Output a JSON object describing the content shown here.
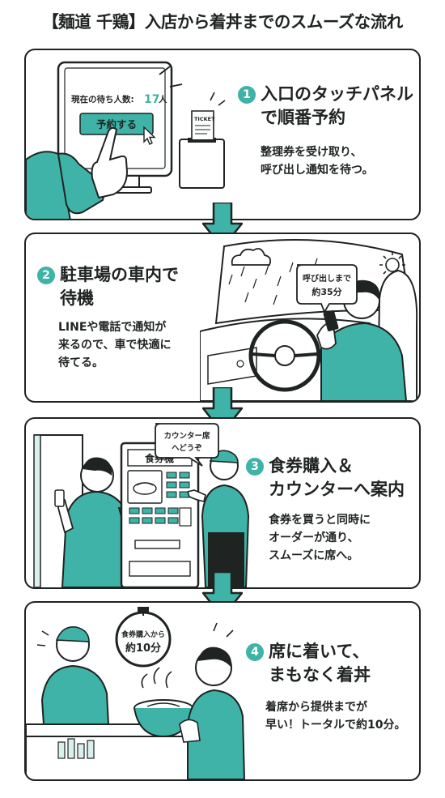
{
  "title": "【麺道 千鶏】入店から着丼までのスムーズな流れ",
  "colors": {
    "accent": "#3fb3a7",
    "ink": "#1f2322",
    "light_teal": "#d9f0ec"
  },
  "steps": [
    {
      "number": "1",
      "heading": [
        "入口のタッチパネル",
        "で順番予約"
      ],
      "description": [
        "整理券を受け取り、",
        "呼び出し通知を待つ。"
      ],
      "illustration": {
        "wait_label": "現在の待ち人数:",
        "wait_count": "17",
        "wait_unit": "人",
        "button_label": "予約する",
        "ticket_label": "TICKET"
      }
    },
    {
      "number": "2",
      "heading": [
        "駐車場の車内で",
        "待機"
      ],
      "description": [
        "LINEや電話で通知が",
        "来るので、車で快適に",
        "待てる。"
      ],
      "illustration": {
        "bubble_line1": "呼び出しまで",
        "bubble_line2": "約35分"
      }
    },
    {
      "number": "3",
      "heading": [
        "食券購入＆",
        "カウンターへ案内"
      ],
      "description": [
        "食券を買うと同時に",
        "オーダーが通り、",
        "スムーズに席へ。"
      ],
      "illustration": {
        "bubble_line1": "カウンター席",
        "bubble_line2": "へどうぞ",
        "machine_label": "食券機"
      }
    },
    {
      "number": "4",
      "heading": [
        "席に着いて、",
        "まもなく着丼"
      ],
      "description": [
        "着席から提供までが",
        "早い！トータルで約10分。"
      ],
      "illustration": {
        "timer_line1": "食券購入から",
        "timer_line2": "約10分"
      }
    }
  ]
}
